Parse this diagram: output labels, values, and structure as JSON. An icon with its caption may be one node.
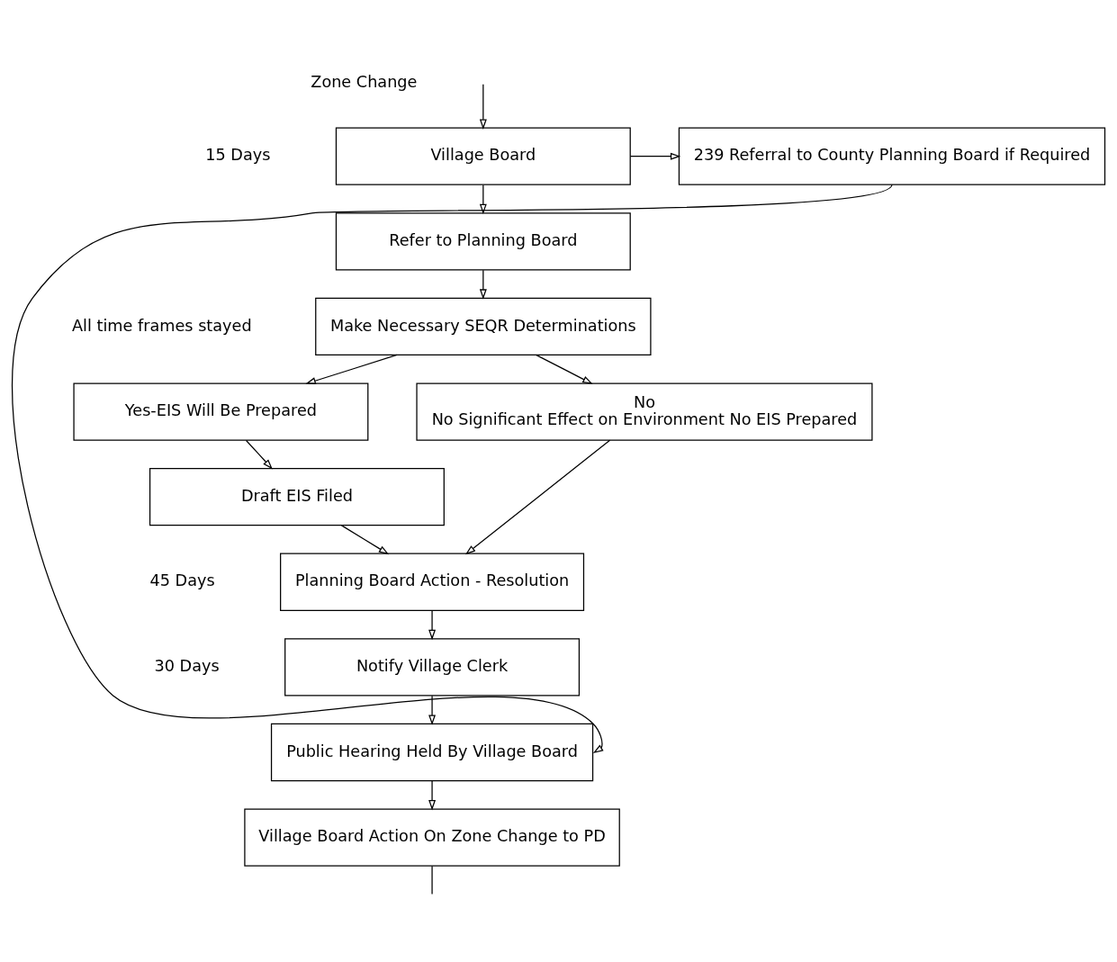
{
  "diagram": {
    "nodes": [
      {
        "text": [
          "Village Board"
        ]
      },
      {
        "text": [
          "239 Referral to County Planning Board if Required"
        ]
      },
      {
        "text": [
          "Refer to Planning Board"
        ]
      },
      {
        "text": [
          "Make Necessary SEQR Determinations"
        ]
      },
      {
        "text": [
          "Yes-EIS Will Be Prepared"
        ]
      },
      {
        "text": [
          "No",
          "No Significant Effect on Environment No EIS Prepared"
        ]
      },
      {
        "text": [
          "Draft EIS Filed"
        ]
      },
      {
        "text": [
          "Planning Board Action - Resolution"
        ]
      },
      {
        "text": [
          "Notify Village Clerk"
        ]
      },
      {
        "text": [
          "Public Hearing Held By Village Board"
        ]
      },
      {
        "text": [
          "Village Board Action On Zone Change to PD"
        ]
      }
    ],
    "edges": [
      {
        "from": null,
        "to": 0,
        "arrow": "to"
      },
      {
        "from": 0,
        "to": 1,
        "arrow": "to"
      },
      {
        "from": 0,
        "to": 2,
        "arrow": "to"
      },
      {
        "from": 2,
        "to": 3,
        "arrow": "to"
      },
      {
        "from": 3,
        "to": 4,
        "arrow": "to"
      },
      {
        "from": 3,
        "to": 5,
        "arrow": "to"
      },
      {
        "from": 4,
        "to": 6,
        "arrow": "to"
      },
      {
        "from": 6,
        "to": 7,
        "arrow": "to"
      },
      {
        "from": 5,
        "to": 7,
        "arrow": "to"
      },
      {
        "from": 7,
        "to": 8,
        "arrow": "to"
      },
      {
        "from": 8,
        "to": 9,
        "arrow": "to"
      },
      {
        "from": 1,
        "to": 9,
        "arrow": "to"
      },
      {
        "from": 9,
        "to": 10,
        "arrow": "to"
      },
      {
        "from": 10,
        "to": null,
        "arrow": "none"
      }
    ],
    "labels": [
      "Zone Change",
      "15 Days",
      "All time frames stayed",
      "45 Days",
      "30 Days"
    ]
  }
}
